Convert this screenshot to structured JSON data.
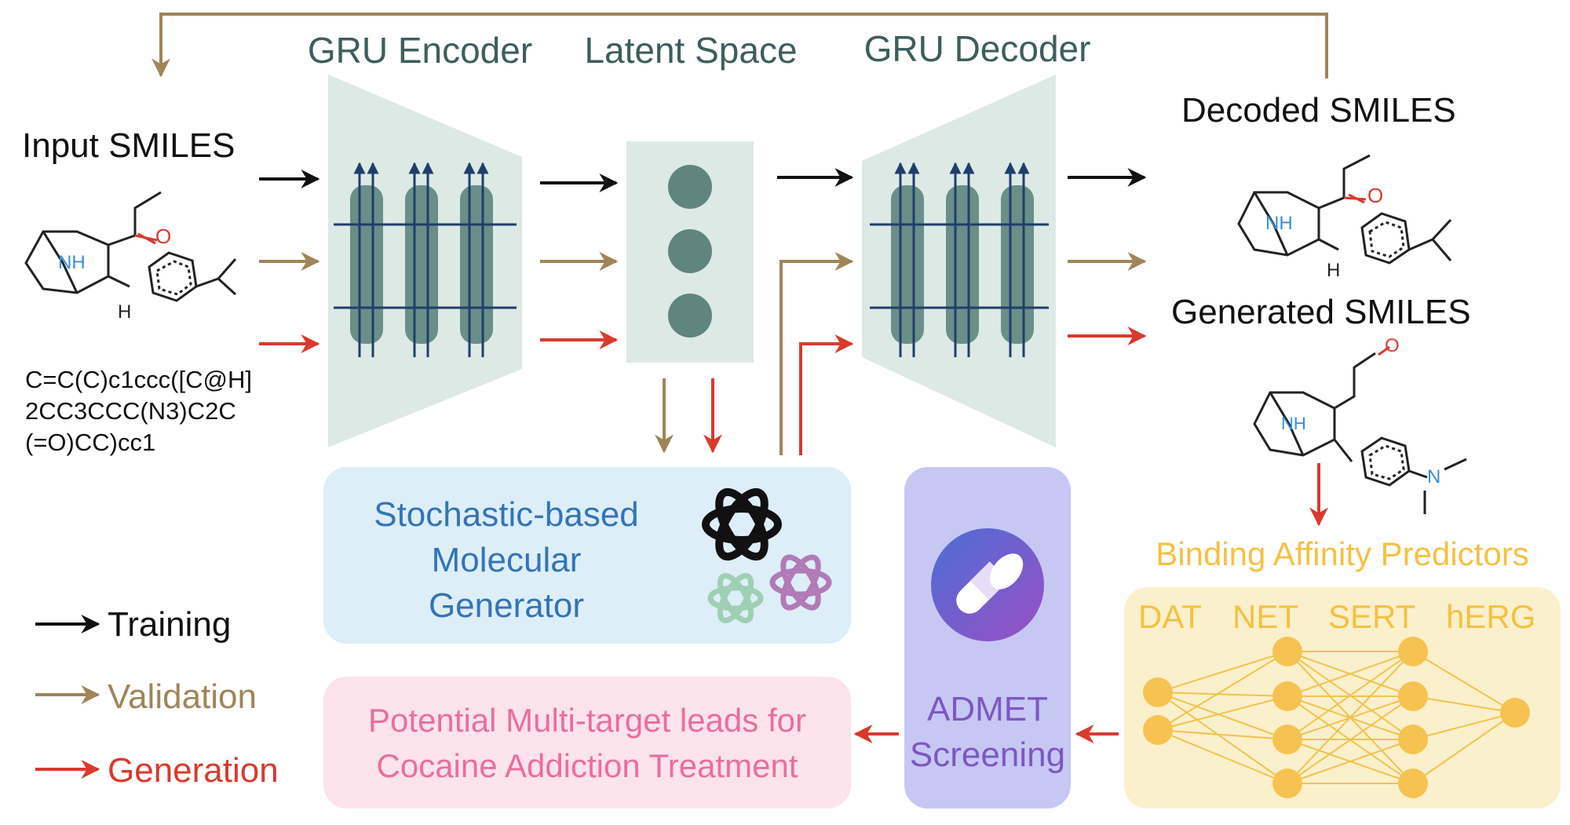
{
  "headers": {
    "encoder": "GRU Encoder",
    "latent": "Latent Space",
    "decoder": "GRU Decoder"
  },
  "input": {
    "title": "Input SMILES",
    "smiles_lines": [
      "C=C(C)c1ccc([C@H]",
      "2CC3CCC(N3)C2C",
      "(=O)CC)cc1"
    ]
  },
  "output": {
    "decoded_title": "Decoded SMILES",
    "generated_title": "Generated SMILES"
  },
  "molecule_labels": {
    "nh": "NH",
    "o": "O",
    "h": "H",
    "n": "N"
  },
  "generator": {
    "lines": [
      "Stochastic-based",
      "Molecular",
      "Generator"
    ]
  },
  "admet": {
    "lines": [
      "ADMET",
      "Screening"
    ]
  },
  "predictors": {
    "title": "Binding Affinity Predictors",
    "targets": [
      "DAT",
      "NET",
      "SERT",
      "hERG"
    ]
  },
  "leads": {
    "lines": [
      "Potential Multi-target leads for",
      "Cocaine Addiction Treatment"
    ]
  },
  "legend": [
    {
      "label": "Training",
      "color": "#111111"
    },
    {
      "label": "Validation",
      "color": "#a08559"
    },
    {
      "label": "Generation",
      "color": "#d93a2e"
    }
  ],
  "colors": {
    "training": "#111111",
    "validation": "#a08559",
    "generation": "#d93a2e",
    "header_text": "#3d5e5c",
    "gru_panel": "#dde9e5",
    "gru_bar": "#6a8f88",
    "gru_line": "#1f3f6b",
    "generator_bg": "#ddeef9",
    "generator_text": "#3474b5",
    "admet_bg": "#c6c8f3",
    "admet_text": "#7e57c2",
    "predictor_bg": "#fbf0cc",
    "predictor_text": "#f5c142",
    "leads_bg": "#fde3ec",
    "leads_text": "#ea6e9f"
  },
  "icons": [
    "openai-logo-icon",
    "pill-capsule-icon"
  ]
}
